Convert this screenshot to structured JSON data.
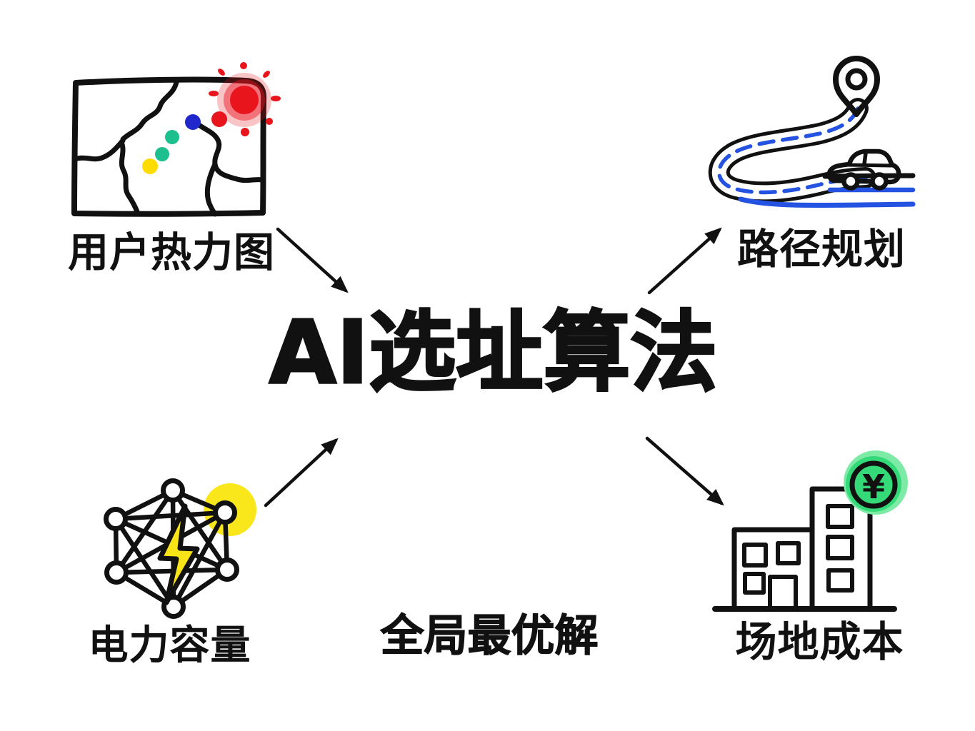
{
  "diagram": {
    "title": "AI选址算法",
    "subtitle": "全局最优解",
    "coin_symbol": "¥",
    "nodes": [
      {
        "id": "user-heatmap",
        "label": "用户热力图",
        "icon": "map-heatmap-icon",
        "position": "top-left",
        "role": "input"
      },
      {
        "id": "route-planning",
        "label": "路径规划",
        "icon": "winding-road-pin-car-icon",
        "position": "top-right",
        "role": "output"
      },
      {
        "id": "power-capacity",
        "label": "电力容量",
        "icon": "power-grid-lightning-icon",
        "position": "bottom-left",
        "role": "input"
      },
      {
        "id": "site-cost",
        "label": "场地成本",
        "icon": "buildings-yuan-coin-icon",
        "position": "bottom-right",
        "role": "output"
      }
    ],
    "edges": [
      {
        "from": "user-heatmap",
        "to": "title"
      },
      {
        "from": "power-capacity",
        "to": "title"
      },
      {
        "from": "title",
        "to": "route-planning"
      },
      {
        "from": "title",
        "to": "site-cost"
      }
    ],
    "colors": {
      "background": "#ffffff",
      "ink": "#111111",
      "heat_red": "#e8151c",
      "heat_red_glow": "#f5a0a4",
      "heat_blue": "#2028cc",
      "heat_teal": "#1dbf8e",
      "heat_yellow": "#ffdc00",
      "road_blue": "#2353e0",
      "bolt_yellow": "#f9e517",
      "coin_green": "#35da78",
      "coin_green_glow": "#7deba6"
    }
  }
}
